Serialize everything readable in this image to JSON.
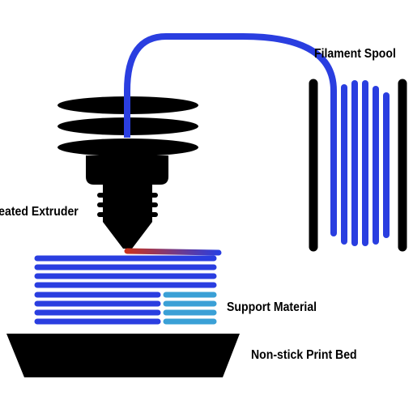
{
  "labels": {
    "filament_spool": "Filament Spool",
    "heated_extruder": "Heated Extruder",
    "support_material": "Support Material",
    "print_bed": "Non-stick Print Bed"
  },
  "colors": {
    "filament": "#2a3ee0",
    "hot_filament": "#c9331f",
    "support": "#3aa0d6",
    "body": "#000000",
    "background": "#ffffff"
  }
}
